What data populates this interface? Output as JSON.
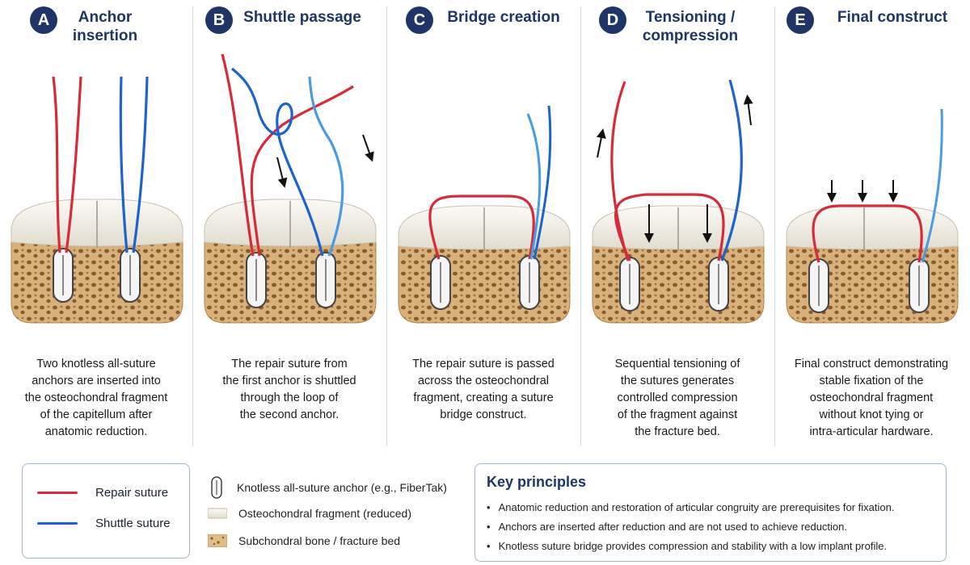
{
  "panels": [
    {
      "letter": "A",
      "title": "Anchor\ninsertion",
      "description": "Two knotless all-suture\nanchors are inserted into\nthe osteochondral fragment\nof the capitellum after\nanatomic reduction."
    },
    {
      "letter": "B",
      "title": "Shuttle passage",
      "description": "The repair suture from\nthe first anchor is shuttled\nthrough the loop of\nthe second anchor."
    },
    {
      "letter": "C",
      "title": "Bridge creation",
      "description": "The repair suture is passed\nacross the osteochondral\nfragment, creating a suture\nbridge construct."
    },
    {
      "letter": "D",
      "title": "Tensioning /\ncompression",
      "description": "Sequential tensioning of\nthe sutures generates\ncontrolled compression\nof the fragment against\nthe fracture bed."
    },
    {
      "letter": "E",
      "title": "Final construct",
      "description": "Final construct demonstrating\nstable fixation of the\nosteochondral fragment\nwithout knot tying or\nintra-articular hardware."
    }
  ],
  "legend": {
    "repair": "Repair suture",
    "shuttle": "Shuttle suture",
    "anchor": "Knotless all-suture anchor (e.g., FiberTak)",
    "fragment": "Osteochondral fragment (reduced)",
    "bone": "Subchondral bone / fracture bed"
  },
  "key_principles": {
    "title": "Key principles",
    "items": [
      "Anatomic reduction and restoration of articular congruity are prerequisites for fixation.",
      "Anchors are inserted after reduction and are not used to achieve reduction.",
      "Knotless suture bridge provides compression and stability with a low implant profile."
    ]
  },
  "colors": {
    "repair": "#d52b3a",
    "shuttle": "#1e63c9",
    "shuttle_light": "#4a9be0",
    "badge": "#1f3566",
    "bone": "#d6ad76",
    "cartilage": "#f3f1ea"
  }
}
